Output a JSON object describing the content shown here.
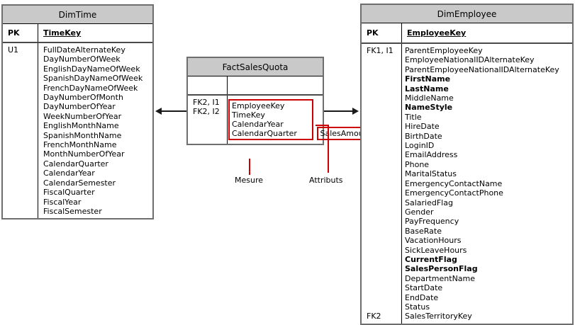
{
  "colors": {
    "table_header_bg": "#c9c9c9",
    "table_border": "#6e6e6e",
    "divider_black": "#000000",
    "highlight_red": "#cc0000",
    "arrow_black": "#1a1a1a"
  },
  "tables": {
    "dim_time": {
      "title": "DimTime",
      "pk_label": "PK",
      "pk_field": "TimeKey",
      "body_key": "U1",
      "fields": [
        "FullDateAlternateKey",
        "DayNumberOfWeek",
        "EnglishDayNameOfWeek",
        "SpanishDayNameOfWeek",
        "FrenchDayNameOfWeek",
        "DayNumberOfMonth",
        "DayNumberOfYear",
        "WeekNumberOfYear",
        "EnglishMonthName",
        "SpanishMonthName",
        "FrenchMonthName",
        "MonthNumberOfYear",
        "CalendarQuarter",
        "CalendarYear",
        "CalendarSemester",
        "FiscalQuarter",
        "FiscalYear",
        "FiscalSemester"
      ]
    },
    "fact_sales_quota": {
      "title": "FactSalesQuota",
      "key_labels": [
        "FK2, I1",
        "FK2, I2"
      ],
      "attribute_fields": [
        "EmployeeKey",
        "TimeKey",
        "CalendarYear",
        "CalendarQuarter"
      ],
      "measure_fields": [
        "SalesAmountQuota"
      ]
    },
    "dim_employee": {
      "title": "DimEmployee",
      "pk_label": "PK",
      "pk_field": "EmployeeKey",
      "body_key_top": "FK1, I1",
      "body_key_bottom": "FK2",
      "fields": [
        "ParentEmployeeKey",
        "EmployeeNationalIDAlternateKey",
        "ParentEmployeeNationalIDAlternateKey",
        {
          "t": "FirstName",
          "b": true
        },
        {
          "t": "LastName",
          "b": true
        },
        "MiddleName",
        {
          "t": "NameStyle",
          "b": true
        },
        "Title",
        "HireDate",
        "BirthDate",
        "LoginID",
        "EmailAddress",
        "Phone",
        "MaritalStatus",
        "EmergencyContactName",
        "EmergencyContactPhone",
        "SalariedFlag",
        "Gender",
        "PayFrequency",
        "BaseRate",
        "VacationHours",
        "SickLeaveHours",
        {
          "t": "CurrentFlag",
          "b": true
        },
        {
          "t": "SalesPersonFlag",
          "b": true
        },
        "DepartmentName",
        "StartDate",
        "EndDate",
        "Status",
        "SalesTerritoryKey"
      ]
    }
  },
  "annotations": {
    "measure_label": "Mesure",
    "attributes_label": "Attributs"
  }
}
